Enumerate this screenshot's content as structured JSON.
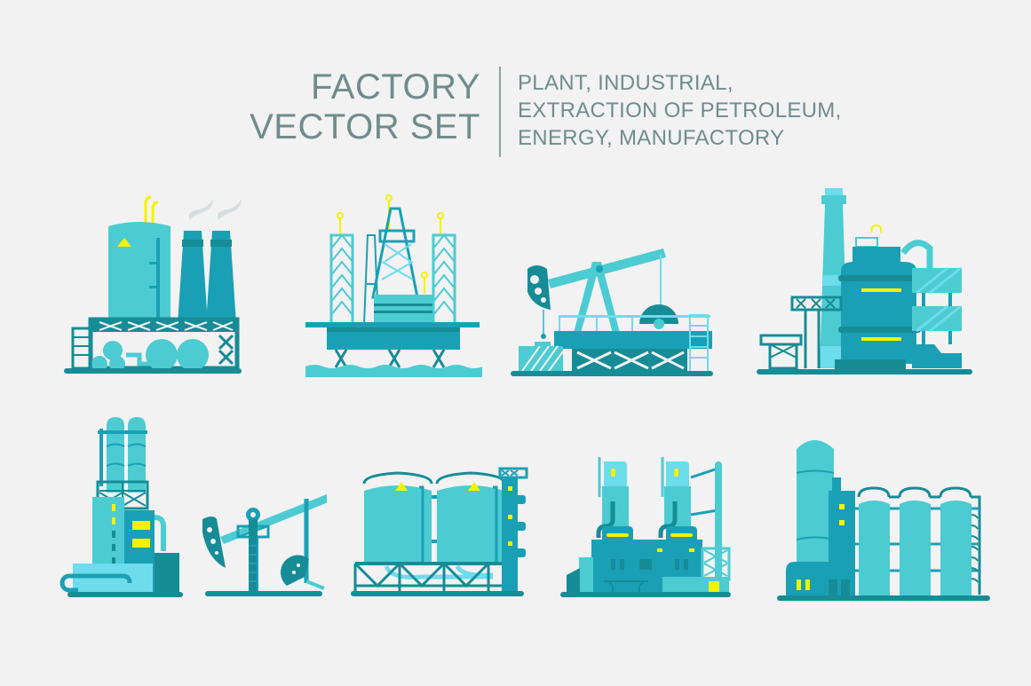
{
  "header": {
    "title_line1": "FACTORY",
    "title_line2": "VECTOR SET",
    "subtitle_line1": "PLANT, INDUSTRIAL,",
    "subtitle_line2": "EXTRACTION OF PETROLEUM,",
    "subtitle_line3": "ENERGY, MANUFACTORY"
  },
  "colors": {
    "background": "#f2f2f2",
    "text": "#6f8c8b",
    "teal_light": "#4ccbd3",
    "teal_mid": "#1aa0b5",
    "teal_dark": "#168c97",
    "cyan_pale": "#6ddcec",
    "accent_yellow": "#f5f200",
    "smoke": "#d5dfdf"
  },
  "icons": [
    {
      "name": "chemical-plant-tank-chimneys"
    },
    {
      "name": "offshore-oil-platform"
    },
    {
      "name": "oil-pump-jack-platform"
    },
    {
      "name": "refinery-tower-plant"
    },
    {
      "name": "silo-processing-plant"
    },
    {
      "name": "oil-pump-jack"
    },
    {
      "name": "storage-tanks"
    },
    {
      "name": "power-plant"
    },
    {
      "name": "silo-storage-factory"
    }
  ]
}
